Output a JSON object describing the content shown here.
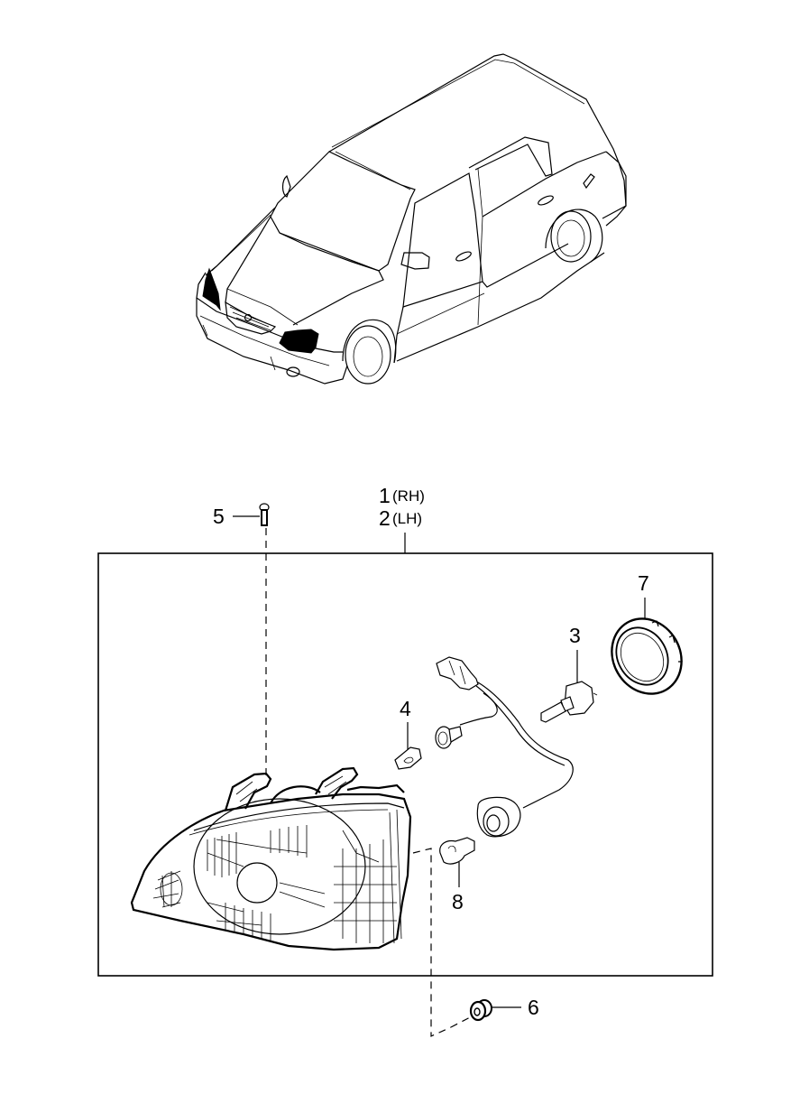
{
  "diagram": {
    "title": "Head Lamp Assembly",
    "vehicle_view": "isometric-minivan-front-left",
    "highlighted_parts": [
      "headlamp-left",
      "headlamp-right"
    ],
    "assembly_label": {
      "line1": {
        "num": "1",
        "side": "(RH)"
      },
      "line2": {
        "num": "2",
        "side": "(LH)"
      }
    },
    "callouts": [
      {
        "num": "3",
        "part": "headlamp-bulb"
      },
      {
        "num": "4",
        "part": "position-lamp-bulb"
      },
      {
        "num": "5",
        "part": "mounting-bolt"
      },
      {
        "num": "6",
        "part": "grommet-nut"
      },
      {
        "num": "7",
        "part": "bulb-cover-cap"
      },
      {
        "num": "8",
        "part": "turn-signal-bulb"
      }
    ],
    "colors": {
      "line": "#000000",
      "background": "#ffffff",
      "highlight": "#000000"
    }
  }
}
